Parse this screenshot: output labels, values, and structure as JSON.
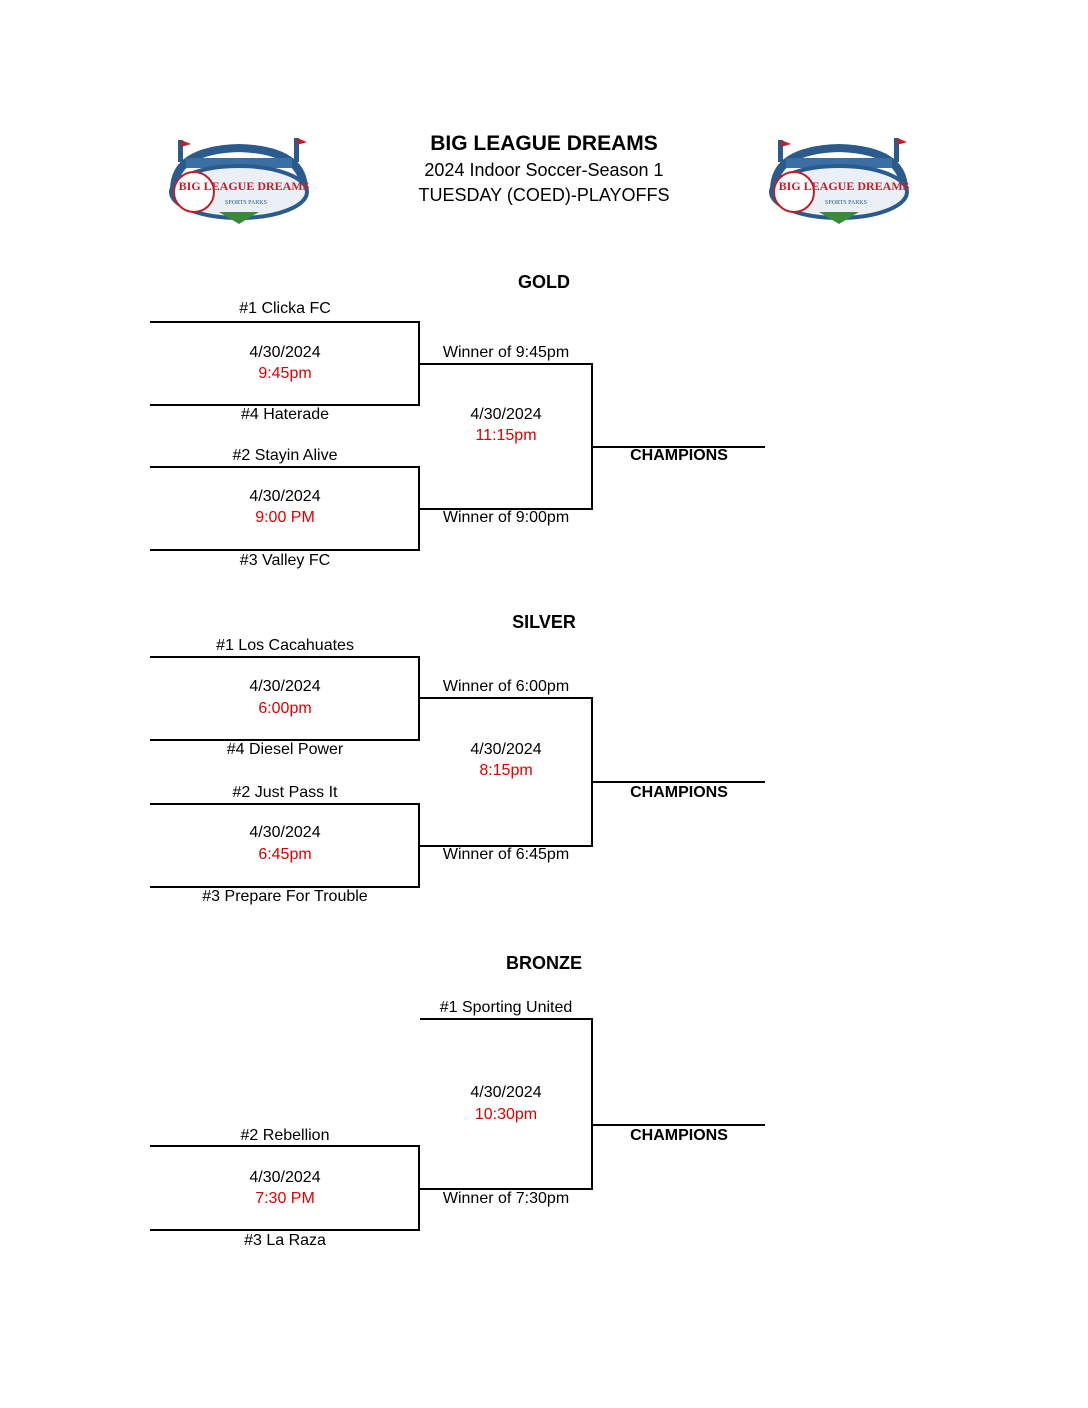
{
  "header": {
    "title": "BIG LEAGUE DREAMS",
    "subtitle": "2024 Indoor Soccer-Season 1",
    "subtitle2": "TUESDAY (COED)-PLAYOFFS",
    "logo_text": "BIG LEAGUE DREAMS",
    "logo_subtext": "SPORTS PARKS"
  },
  "gold": {
    "label": "GOLD",
    "team1": "#1 Clicka FC",
    "game1_date": "4/30/2024",
    "game1_time": "9:45pm",
    "team4": "#4 Haterade",
    "team2": "#2 Stayin Alive",
    "game2_date": "4/30/2024",
    "game2_time": "9:00 PM",
    "team3": "#3 Valley FC",
    "winner_a": "Winner of 9:45pm",
    "final_date": "4/30/2024",
    "final_time": "11:15pm",
    "winner_b": "Winner of 9:00pm",
    "champions": "CHAMPIONS"
  },
  "silver": {
    "label": "SILVER",
    "team1": "#1 Los Cacahuates",
    "game1_date": "4/30/2024",
    "game1_time": "6:00pm",
    "team4": "#4 Diesel Power",
    "team2": "#2 Just Pass It",
    "game2_date": "4/30/2024",
    "game2_time": "6:45pm",
    "team3": "#3 Prepare For Trouble",
    "winner_a": "Winner of 6:00pm",
    "final_date": "4/30/2024",
    "final_time": "8:15pm",
    "winner_b": "Winner of 6:45pm",
    "champions": "CHAMPIONS"
  },
  "bronze": {
    "label": "BRONZE",
    "seed1": "#1 Sporting United",
    "final_date": "4/30/2024",
    "final_time": "10:30pm",
    "team2": "#2 Rebellion",
    "game_date": "4/30/2024",
    "game_time": "7:30 PM",
    "team3": "#3 La Raza",
    "winner": "Winner of 7:30pm",
    "champions": "CHAMPIONS"
  }
}
